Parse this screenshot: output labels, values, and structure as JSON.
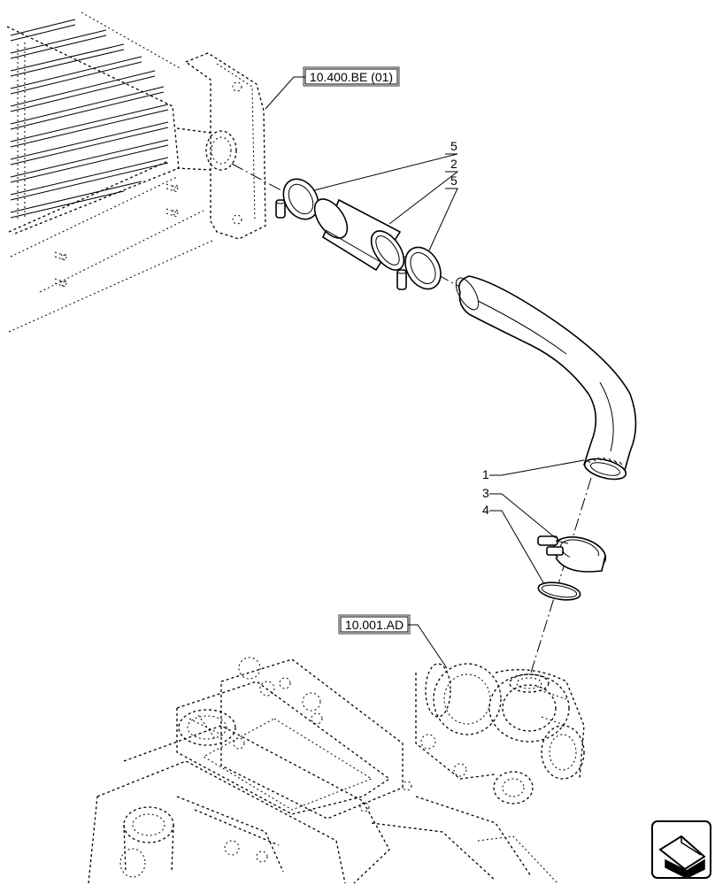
{
  "references": {
    "cooler_ref": "10.400.BE (01)",
    "engine_ref": "10.001.AD"
  },
  "callouts": {
    "c1": "1",
    "c2": "2",
    "c3": "3",
    "c4": "4",
    "c5a": "5",
    "c5b": "5"
  },
  "nav": {
    "icon": "next-page-arrow-icon"
  }
}
